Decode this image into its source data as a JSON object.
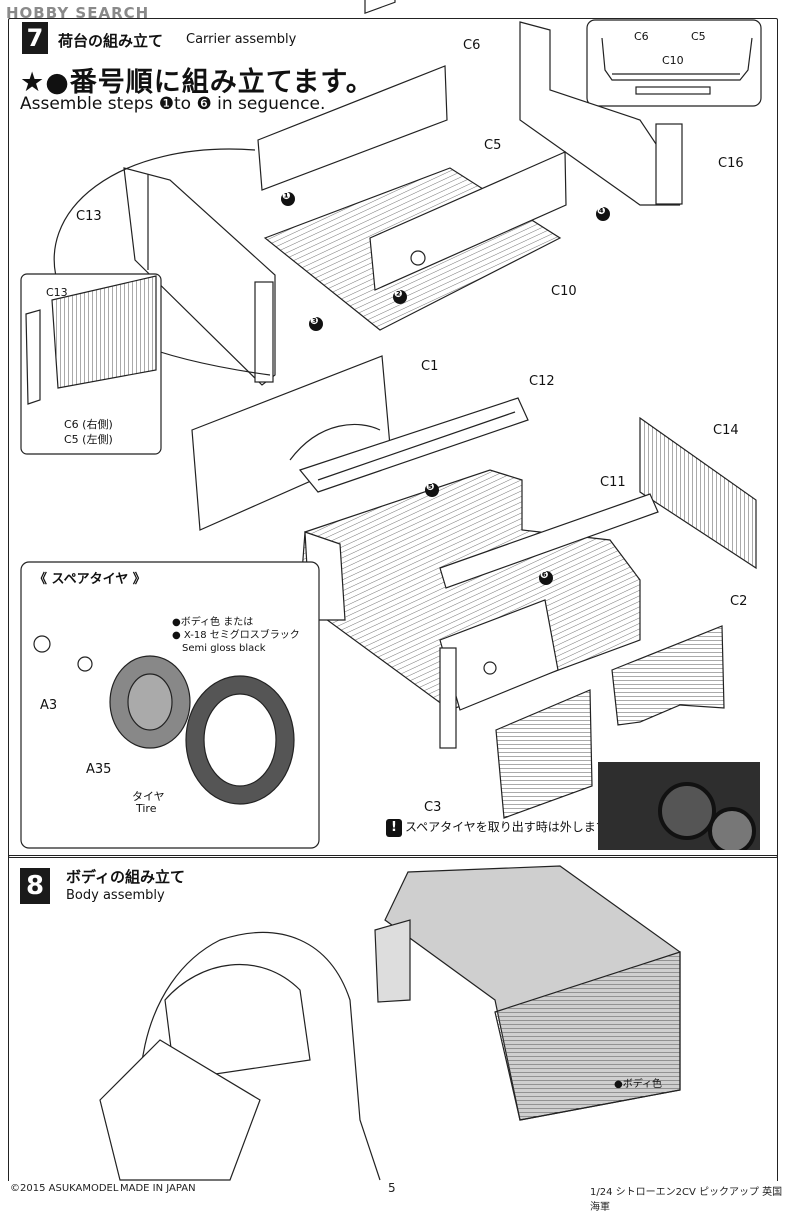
{
  "watermark": "HOBBY SEARCH",
  "step7": {
    "number": "7",
    "title_jp": "荷台の組み立て",
    "title_en": "Carrier assembly",
    "headline": "★●番号順に組み立てます。",
    "instruction": "Assemble steps ❶to ❻ in seguence.",
    "parts": {
      "c6": "C6",
      "c5": "C5",
      "c10": "C10",
      "c16": "C16",
      "c13": "C13",
      "c1": "C1",
      "c12": "C12",
      "c14": "C14",
      "c11": "C11",
      "c2": "C2",
      "c3": "C3",
      "c6_inset": "C6",
      "c5_inset": "C5",
      "c10_inset": "C10",
      "c13_inset": "C13",
      "c6_right": "C6 (右側)",
      "c5_left": "C5 (左側)"
    },
    "steps": [
      "❶",
      "❷",
      "❸",
      "❹",
      "❺",
      "❻"
    ],
    "spare_tire": {
      "title": "《 スペアタイヤ 》",
      "paint_line1": "●ボディ色 または",
      "paint_line2": "● X-18 セミグロスブラック",
      "paint_line3": "Semi gloss black",
      "a3": "A3",
      "a35": "A35",
      "tire_jp": "タイヤ",
      "tire_en": "Tire"
    },
    "warning": "スペアタイヤを取り出す時は外します。",
    "warning_icon": "!"
  },
  "step8": {
    "number": "8",
    "title_jp": "ボディの組み立て",
    "title_en": "Body assembly",
    "paint_note": "●ボディ色"
  },
  "footer": {
    "copyright": "©2015 ASUKAMODEL",
    "made_in": "MADE IN JAPAN",
    "page": "5",
    "model": "1/24 シトローエン2CV ピックアップ 英国海軍"
  }
}
